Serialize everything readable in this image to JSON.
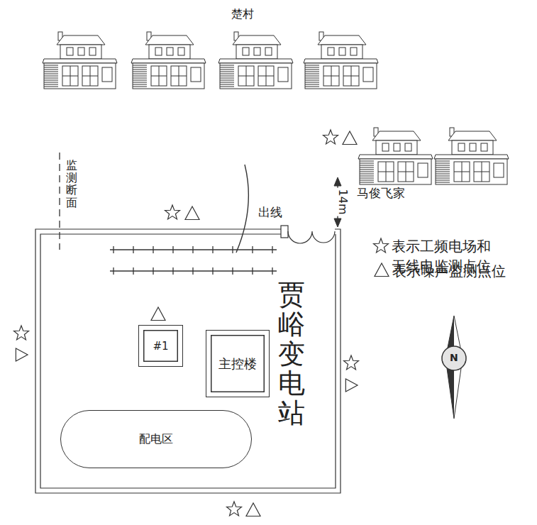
{
  "diagram": {
    "nodes": [
      {
        "text": [
          "贾峪变电站"
        ]
      },
      {
        "text": [
          "#1"
        ],
        "in": 0
      },
      {
        "text": [
          "主控楼"
        ],
        "in": 0
      },
      {
        "text": [
          "配电区"
        ],
        "in": 0
      }
    ],
    "labels": [
      "楚村",
      "马俊飞家",
      "监测断面",
      "出线",
      "14m",
      "N"
    ],
    "legend": [
      {
        "text": "表示工频电场和 无线电监测点位"
      },
      {
        "text": "表示噪声监测点位"
      }
    ]
  }
}
